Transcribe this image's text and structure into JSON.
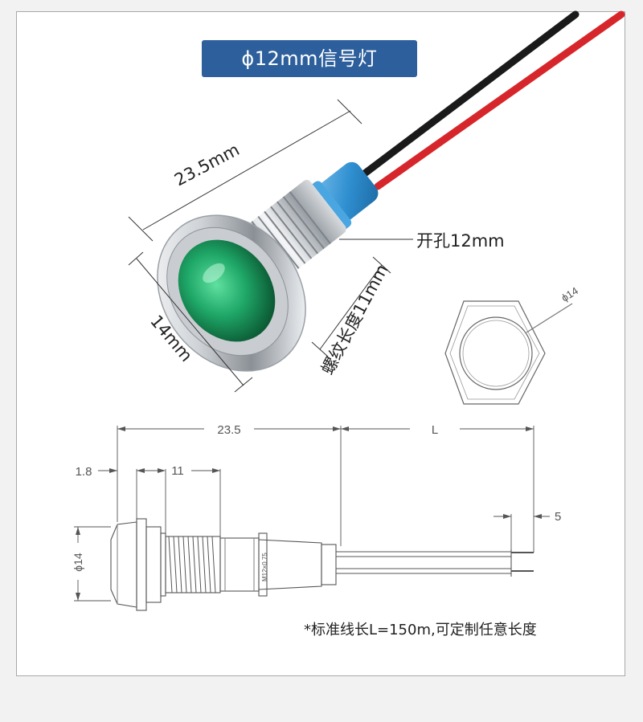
{
  "title": "ϕ12mm信号灯",
  "photo": {
    "width_label": "23.5mm",
    "diameter_label": "14mm",
    "hole_label": "开孔12mm",
    "thread_label": "螺纹长度11mm",
    "led_color": "#1fa868",
    "sleeve_color": "#2f8fd0",
    "wire_colors": [
      "#1a1a1a",
      "#d6262b"
    ]
  },
  "front_view": {
    "diameter_label": "ϕ14"
  },
  "side_view": {
    "total_length_label": "23.5",
    "wire_length_label": "L",
    "flange_label": "1.8",
    "thread_label": "11",
    "strip_label": "5",
    "diameter_label": "ϕ14",
    "thread_spec_label": "M12×0.75"
  },
  "note": "*标准线长L=150m,可定制任意长度",
  "colors": {
    "banner": "#2c5f9c"
  }
}
